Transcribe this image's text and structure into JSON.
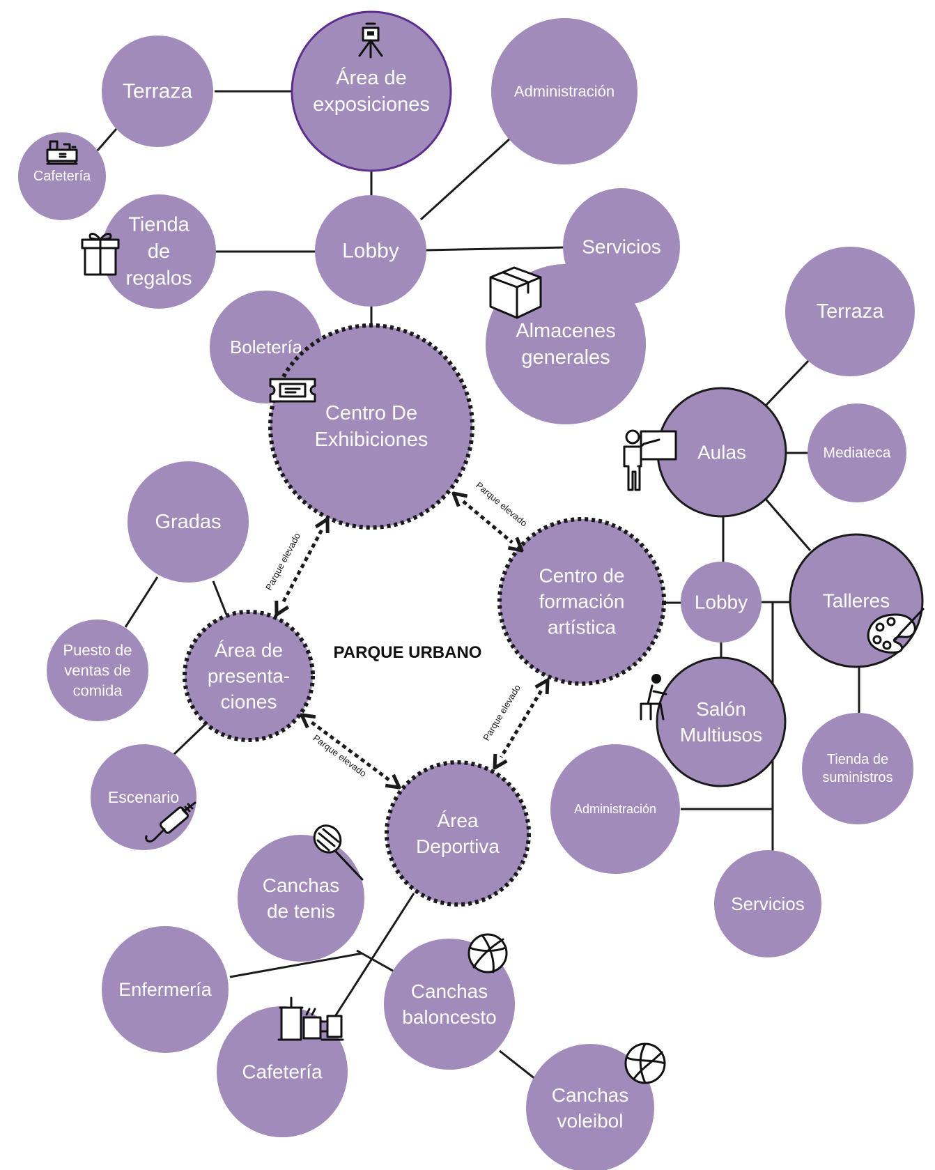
{
  "title": "PARQUE URBANO",
  "link_label": "Parque elevado",
  "colors": {
    "bubble": "#a08bbb",
    "line": "#1a1a1a",
    "text": "#ffffff",
    "accent_ring": "#5c2d91"
  },
  "nodes": {
    "terraza_top": "Terraza",
    "area_exposiciones": [
      "Área de",
      "exposiciones"
    ],
    "administracion_top": "Administración",
    "cafeteria_top": "Cafetería",
    "tienda_regalos": [
      "Tienda",
      "de",
      "regalos"
    ],
    "lobby_top": "Lobby",
    "servicios_top": "Servicios",
    "almacenes": [
      "Almacenes",
      "generales"
    ],
    "boleteria": "Boletería",
    "centro_exhibiciones": [
      "Centro De",
      "Exhibiciones"
    ],
    "terraza_right": "Terraza",
    "aulas": "Aulas",
    "mediateca": "Mediateca",
    "gradas": "Gradas",
    "centro_formacion": [
      "Centro de",
      "formación",
      "artística"
    ],
    "lobby_right": "Lobby",
    "talleres": "Talleres",
    "puesto_ventas": [
      "Puesto de",
      "ventas de",
      "comida"
    ],
    "area_presentaciones": [
      "Área de",
      "presenta-",
      "ciones"
    ],
    "salon_multiusos": [
      "Salón",
      "Multiusos"
    ],
    "tienda_suministros": [
      "Tienda de",
      "suministros"
    ],
    "escenario": "Escenario",
    "administracion_right": "Administración",
    "area_deportiva": [
      "Área",
      "Deportiva"
    ],
    "canchas_tenis": [
      "Canchas",
      "de tenis"
    ],
    "servicios_right": "Servicios",
    "enfermeria": "Enfermería",
    "canchas_baloncesto": [
      "Canchas",
      "baloncesto"
    ],
    "cafeteria_bottom": "Cafetería",
    "canchas_voleibol": [
      "Canchas",
      "voleibol"
    ]
  },
  "icons": [
    "easel-icon",
    "coffee-shop-icon",
    "gift-icon",
    "box-icon",
    "ticket-icon",
    "teacher-icon",
    "palette-icon",
    "seated-person-icon",
    "microphone-icon",
    "tennis-racket-icon",
    "basketball-icon",
    "coffee-cups-icon",
    "volleyball-icon"
  ]
}
